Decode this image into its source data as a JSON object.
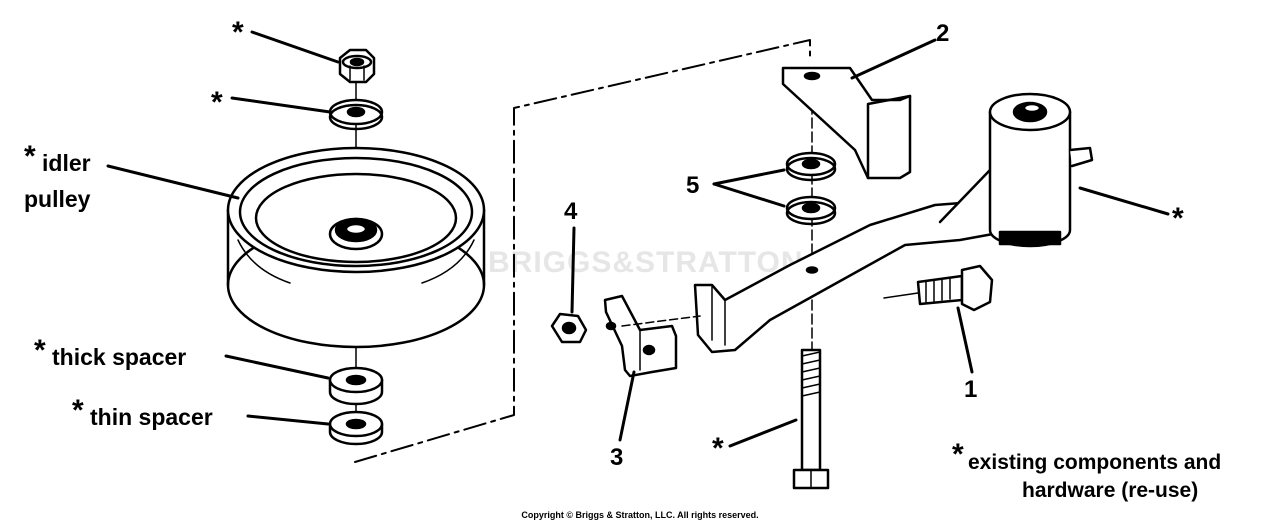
{
  "watermark": "BRIGGS&STRATTON",
  "copyright": "Copyright © Briggs & Stratton, LLC. All rights reserved.",
  "labels": {
    "idler_pulley_line1": "idler",
    "idler_pulley_line2": "pulley",
    "thick_spacer": "thick spacer",
    "thin_spacer": "thin spacer",
    "asterisk": "*",
    "part_1": "1",
    "part_2": "2",
    "part_3": "3",
    "part_4": "4",
    "part_5": "5"
  },
  "note": {
    "line1": "existing components and",
    "line2": "hardware (re-use)"
  }
}
